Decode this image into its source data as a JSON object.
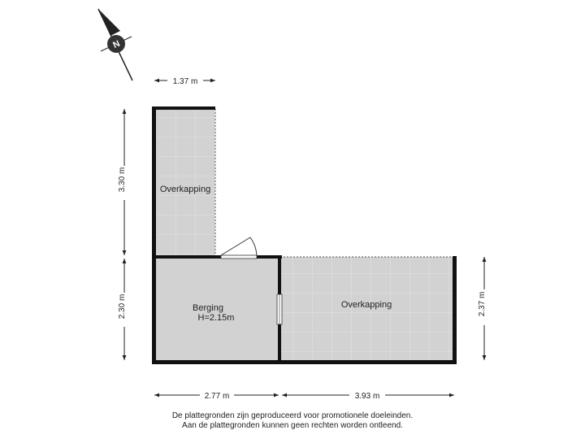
{
  "compass": {
    "icon": "compass-north-icon",
    "letter": "N"
  },
  "rooms": {
    "overkapping_left": "Overkapping",
    "berging": "Berging",
    "berging_height": "H=2.15m",
    "overkapping_right": "Overkapping"
  },
  "dimensions": {
    "top_width": "1.37 m",
    "left_upper": "3.30 m",
    "left_lower": "2.30 m",
    "bottom_left": "2.77 m",
    "bottom_right": "3.93 m",
    "right": "2.37 m"
  },
  "disclaimer": {
    "line1": "De plattegronden zijn geproduceerd voor promotionele doeleinden.",
    "line2": "Aan de plattegronden kunnen geen rechten worden ontleend."
  },
  "colors": {
    "floor": "#d2d2d2",
    "grid": "#e4e4e4",
    "wall": "#111111",
    "dim": "#222222"
  }
}
